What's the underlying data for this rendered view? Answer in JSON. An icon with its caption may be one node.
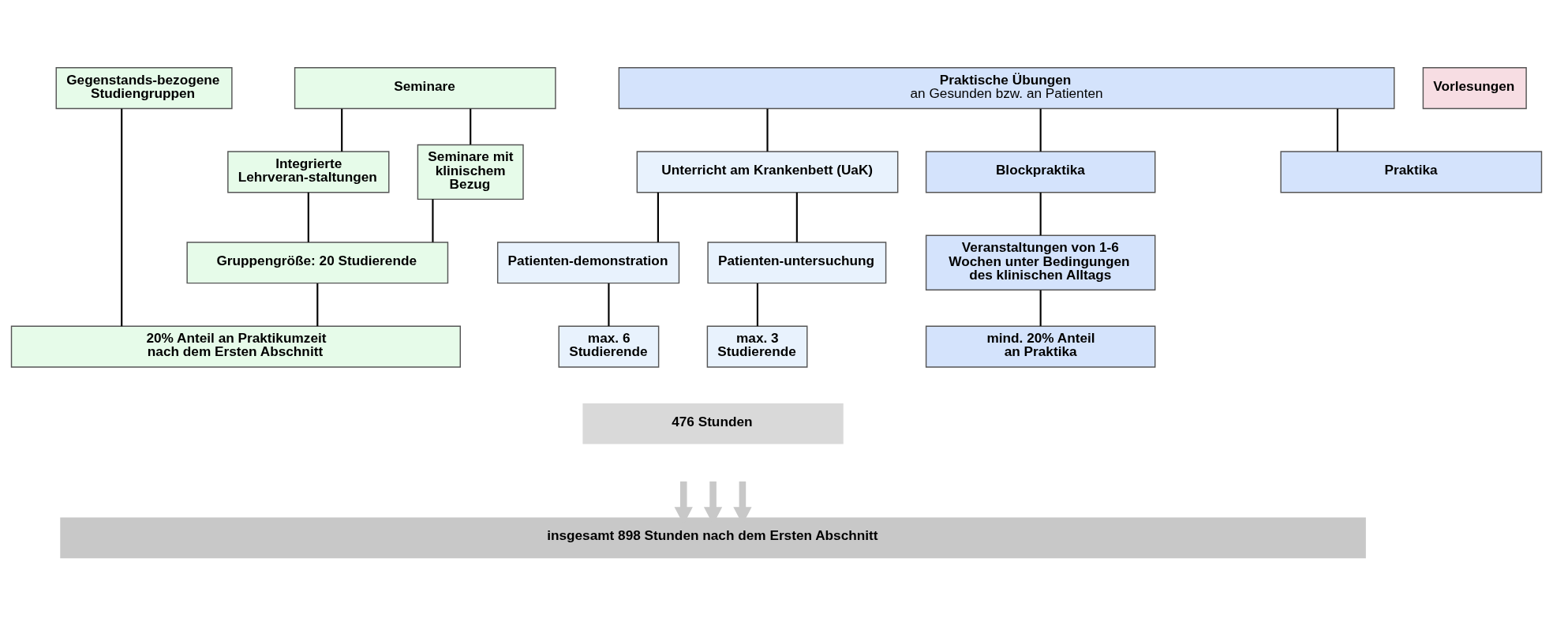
{
  "diagram": {
    "nodes": [
      {
        "text": [
          "Gegenstands-bezogene Studiengruppen"
        ]
      },
      {
        "text": [
          "Seminare"
        ]
      },
      {
        "text": [
          "Praktische Übungen",
          "an Gesunden bzw. an Patienten"
        ]
      },
      {
        "text": [
          "Vorlesungen"
        ]
      },
      {
        "text": [
          "Integrierte Lehrveran-staltungen"
        ]
      },
      {
        "text": [
          "Seminare mit klinischem Bezug"
        ]
      },
      {
        "text": [
          "Unterricht am Krankenbett (UaK)"
        ]
      },
      {
        "text": [
          "Praktika"
        ]
      },
      {
        "text": [
          "Blockpraktika"
        ]
      },
      {
        "text": [
          "Gruppengröße: 20 Studierende"
        ]
      },
      {
        "text": [
          "Patienten-demonstration"
        ]
      },
      {
        "text": [
          "Patienten-untersuchung"
        ]
      },
      {
        "text": [
          "Veranstaltungen von 1-6 Wochen unter Bedingungen des klinischen Alltags"
        ]
      },
      {
        "text": [
          "20% Anteil an Praktikumzeit nach dem Ersten Abschnitt"
        ]
      },
      {
        "text": [
          "max. 6 Studierende"
        ]
      },
      {
        "text": [
          "max. 3 Studierende"
        ]
      },
      {
        "text": [
          "mind. 20% Anteil an Praktika"
        ]
      },
      {
        "text": [
          "476 Stunden"
        ]
      },
      {
        "text": [
          "insgesamt 898 Stunden nach dem Ersten Abschnitt"
        ]
      }
    ],
    "edges": [
      {
        "from": 0,
        "to": 13,
        "arrow": "none"
      },
      {
        "from": 1,
        "to": 4,
        "arrow": "none"
      },
      {
        "from": 1,
        "to": 5,
        "arrow": "none"
      },
      {
        "from": 4,
        "to": 9,
        "arrow": "none"
      },
      {
        "from": 5,
        "to": 9,
        "arrow": "none"
      },
      {
        "from": 9,
        "to": 13,
        "arrow": "none"
      },
      {
        "from": 2,
        "to": 6,
        "arrow": "none"
      },
      {
        "from": 2,
        "to": 7,
        "arrow": "none"
      },
      {
        "from": 2,
        "to": 8,
        "arrow": "none"
      },
      {
        "from": 6,
        "to": 10,
        "arrow": "none"
      },
      {
        "from": 6,
        "to": 11,
        "arrow": "none"
      },
      {
        "from": 10,
        "to": 14,
        "arrow": "none"
      },
      {
        "from": 11,
        "to": 15,
        "arrow": "none"
      },
      {
        "from": 8,
        "to": 12,
        "arrow": "none"
      },
      {
        "from": 12,
        "to": 16,
        "arrow": "none"
      },
      {
        "from": null,
        "to": 18,
        "arrow": "to",
        "style": "thick",
        "color": "#c8c8c8"
      },
      {
        "from": null,
        "to": 18,
        "arrow": "to",
        "style": "thick",
        "color": "#c8c8c8"
      },
      {
        "from": null,
        "to": 18,
        "arrow": "to",
        "style": "thick",
        "color": "#c8c8c8"
      }
    ]
  }
}
